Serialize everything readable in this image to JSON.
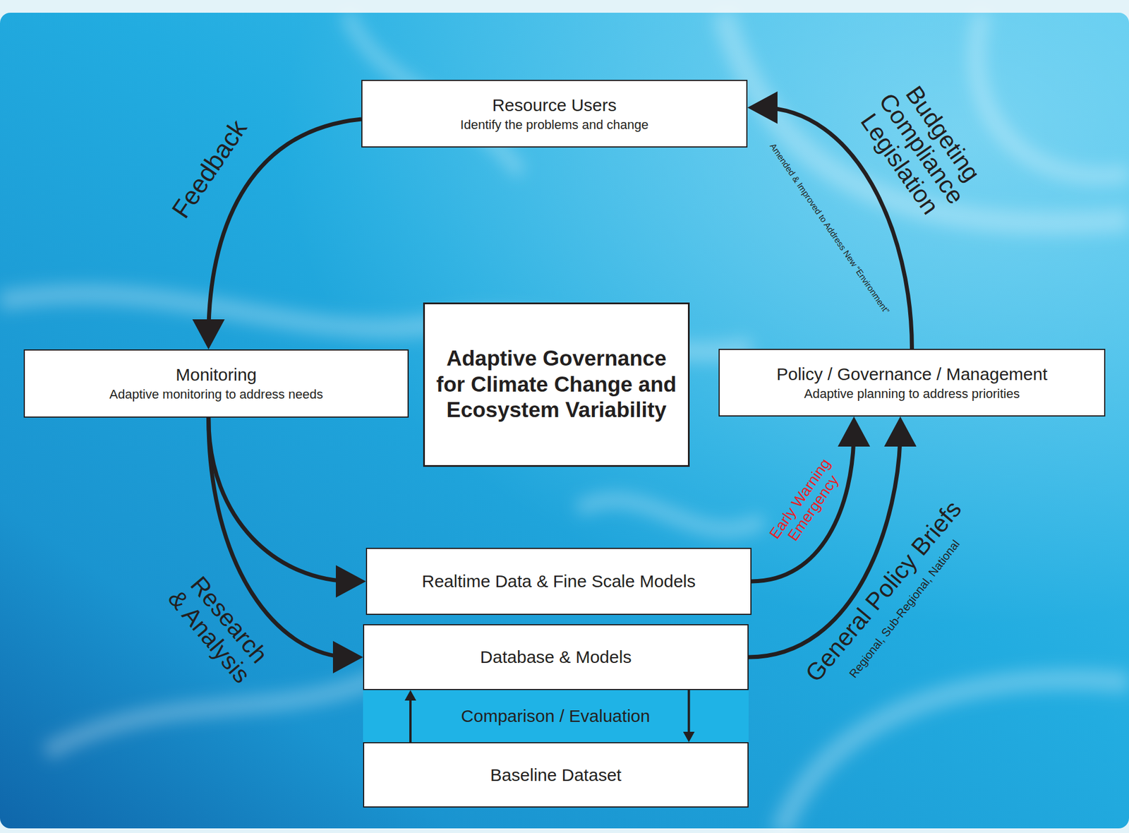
{
  "diagram": {
    "title": "Adaptive Governance for Climate Change and Ecosystem Variability",
    "nodes": [
      {
        "text": [
          "Resource Users",
          "Identify the problems and change"
        ]
      },
      {
        "text": [
          "Monitoring",
          "Adaptive monitoring to address needs"
        ]
      },
      {
        "text": [
          "Policy / Governance / Management",
          "Adaptive planning to address priorities"
        ]
      },
      {
        "text": [
          "Realtime Data & Fine Scale Models"
        ]
      },
      {
        "text": [
          "Database & Models"
        ]
      },
      {
        "text": [
          "Baseline Dataset"
        ]
      }
    ],
    "edges": [
      {
        "from": 0,
        "to": 1,
        "label": "Feedback",
        "arrow": "to"
      },
      {
        "from": 1,
        "to": 3,
        "arrow": "to"
      },
      {
        "from": 1,
        "to": 4,
        "label": "Research & Analysis",
        "arrow": "to"
      },
      {
        "from": 4,
        "to": 5,
        "label": "Comparison / Evaluation",
        "arrow": "to"
      },
      {
        "from": 5,
        "to": 4,
        "arrow": "to"
      },
      {
        "from": 3,
        "to": 2,
        "label": "Early Warning Emergency",
        "arrow": "to"
      },
      {
        "from": 4,
        "to": 2,
        "label": "General Policy Briefs",
        "arrow": "to"
      },
      {
        "from": 2,
        "to": 0,
        "label": "Budgeting Compliance Legislation",
        "arrow": "to"
      }
    ],
    "labels": [
      "Regional, Sub-Regional, National",
      "Amended & Improved to Address New “Environment”"
    ]
  }
}
